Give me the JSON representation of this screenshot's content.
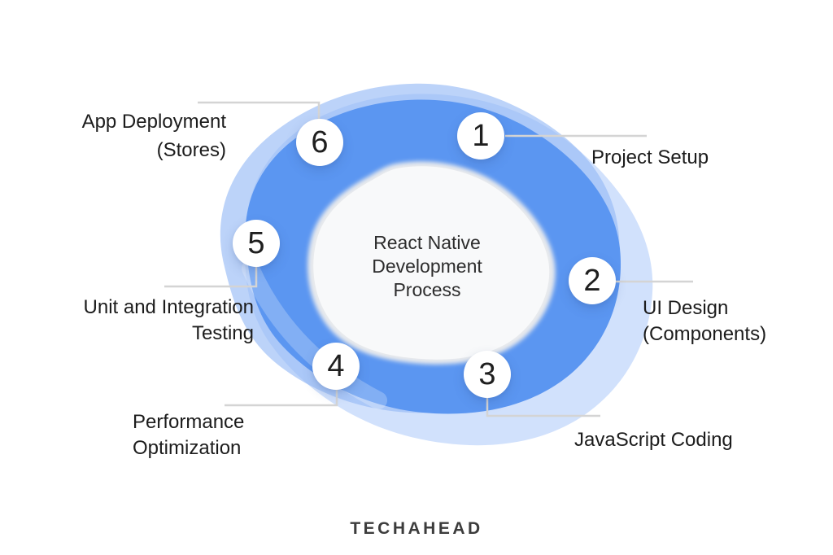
{
  "title": "React Native Development Process",
  "center": {
    "label": "React Native\nDevelopment\nProcess"
  },
  "steps": [
    {
      "number": "1",
      "label": "Project Setup"
    },
    {
      "number": "2",
      "label": "UI Design\n(Components)"
    },
    {
      "number": "3",
      "label": "JavaScript Coding"
    },
    {
      "number": "4",
      "label": "Performance\nOptimization"
    },
    {
      "number": "5",
      "label": "Unit and Integration\nTesting"
    },
    {
      "number": "6",
      "label": "App Deployment\n(Stores)"
    }
  ],
  "footer": {
    "brand": "TECHAHEAD"
  },
  "colors": {
    "blob_main": "#5b96f1",
    "blob_mid": "#93b8f5",
    "blob_light": "#c6d9fb",
    "center_halo": "#e8eaed",
    "center_fill": "#f8f9fa",
    "connector": "#d4d4d4"
  }
}
